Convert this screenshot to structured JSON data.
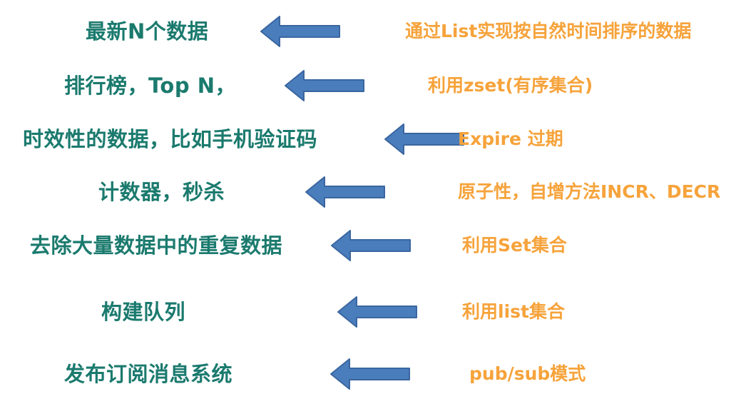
{
  "arrow_color": "#4a7dbb",
  "arrow_stroke": "#3a66a0",
  "left_text_color": "#1b7a6e",
  "right_text_color": "#f6a33b",
  "rows": [
    {
      "use_case": "最新N个数据",
      "solution": "通过List实现按自然时间排序的数据"
    },
    {
      "use_case": "排行榜，Top N，",
      "solution": "利用zset(有序集合)"
    },
    {
      "use_case": "时效性的数据，比如手机验证码",
      "solution": "Expire 过期"
    },
    {
      "use_case": "计数器，秒杀",
      "solution": "原子性，自增方法INCR、DECR"
    },
    {
      "use_case": "去除大量数据中的重复数据",
      "solution": "利用Set集合"
    },
    {
      "use_case": "构建队列",
      "solution": "利用list集合"
    },
    {
      "use_case": "发布订阅消息系统",
      "solution": "pub/sub模式"
    }
  ]
}
